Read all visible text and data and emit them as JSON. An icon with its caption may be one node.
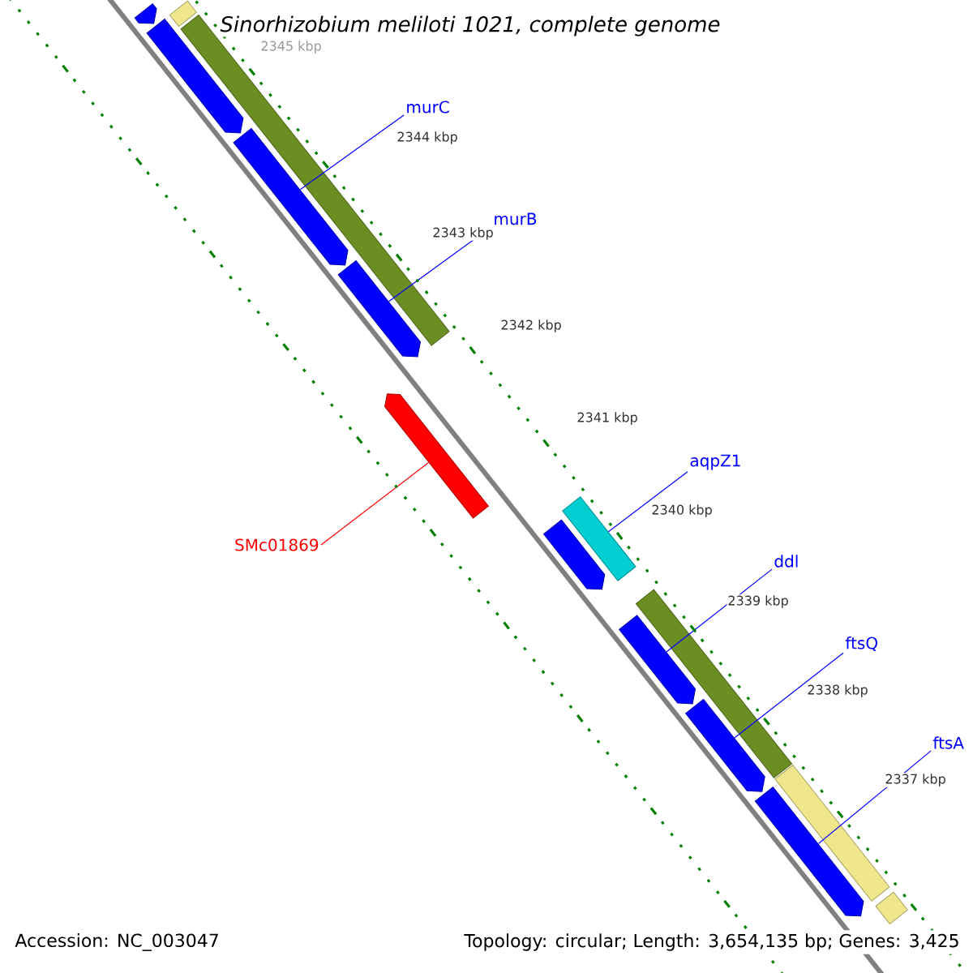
{
  "diagram": {
    "title": "Sinorhizobium meliloti 1021, complete genome",
    "nodes": [
      {
        "text": [
          "murC"
        ]
      },
      {
        "text": [
          "murB"
        ]
      },
      {
        "text": [
          "aqpZ1"
        ]
      },
      {
        "text": [
          "SMc01869"
        ]
      },
      {
        "text": [
          "ddl"
        ]
      },
      {
        "text": [
          "ftsQ"
        ]
      },
      {
        "text": [
          "ftsA"
        ]
      },
      {
        "text": [],
        "shape": "pentagon"
      },
      {
        "text": [],
        "shape": "bar"
      },
      {
        "text": [],
        "shape": "bar"
      },
      {
        "text": [],
        "shape": "pentagon"
      },
      {
        "text": [],
        "shape": "pentagon"
      },
      {
        "text": [],
        "shape": "pentagon"
      },
      {
        "text": [],
        "shape": "pentagon"
      },
      {
        "text": [],
        "shape": "bar"
      },
      {
        "text": [],
        "shape": "pentagon"
      },
      {
        "text": [],
        "shape": "bar"
      },
      {
        "text": [],
        "shape": "pentagon"
      },
      {
        "text": [],
        "shape": "pentagon"
      },
      {
        "text": [],
        "shape": "bar"
      },
      {
        "text": [],
        "shape": "pentagon"
      },
      {
        "text": [],
        "shape": "bar"
      }
    ],
    "edges": [
      {
        "from": 0,
        "to": 11,
        "arrow": "none"
      },
      {
        "from": 1,
        "to": 12,
        "arrow": "none"
      },
      {
        "from": 2,
        "to": 14,
        "arrow": "none"
      },
      {
        "from": 3,
        "to": 13,
        "arrow": "none",
        "color": "#ff0000"
      },
      {
        "from": 4,
        "to": 17,
        "arrow": "none"
      },
      {
        "from": 5,
        "to": 18,
        "arrow": "none"
      },
      {
        "from": 6,
        "to": 20,
        "arrow": "none"
      }
    ],
    "labels": [
      "2345 kbp",
      "2344 kbp",
      "2343 kbp",
      "2342 kbp",
      "2341 kbp",
      "2340 kbp",
      "2339 kbp",
      "2338 kbp",
      "2337 kbp",
      "Accession: NC_003047",
      "Topology: circular; Length: 3,654,135 bp; Genes: 3,425"
    ]
  }
}
